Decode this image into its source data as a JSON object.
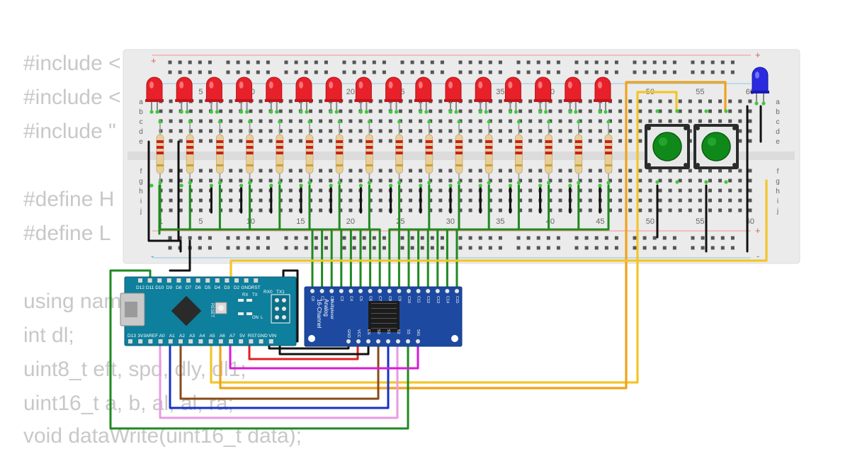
{
  "code": {
    "lines": [
      "#include <",
      "#include <",
      "#include \"",
      "",
      "#define H",
      "#define L",
      "",
      "",
      "using namespace std;",
      "int dl;",
      "uint8_t eft, spd, dly, dl1;",
      "uint16_t a, b, al, al, ra;",
      "void dataWrite(uint16_t data);"
    ]
  },
  "breadboard": {
    "plus": "+",
    "minus": "-",
    "row_letters_top": [
      "a",
      "b",
      "c",
      "d",
      "e"
    ],
    "row_letters_bottom": [
      "f",
      "g",
      "h",
      "i",
      "j"
    ],
    "col_numbers": [
      "1",
      "5",
      "10",
      "15",
      "20",
      "25",
      "30",
      "35",
      "40",
      "45",
      "50",
      "55",
      "60"
    ],
    "led_color": "#e8202a",
    "blue_led_color": "#2a2ae0",
    "button_color": "#0f8a1a"
  },
  "arduino": {
    "top_pins": [
      "D12",
      "D11",
      "D10",
      "D9",
      "D8",
      "D7",
      "D6",
      "D5",
      "D4",
      "D3",
      "D2",
      "GND",
      "RST"
    ],
    "top_right": [
      "RX0",
      "TX1"
    ],
    "bottom_pins": [
      "D13",
      "3V3",
      "AREF",
      "A0",
      "A1",
      "A2",
      "A3",
      "A4",
      "A5",
      "A6",
      "A7",
      "5V",
      "RST",
      "GND",
      "VIN"
    ],
    "reset": "RESET",
    "leds": [
      "TX",
      "RX",
      "ON",
      "L"
    ],
    "board_color": "#0e7f9c"
  },
  "mux": {
    "title": "16-Channel",
    "subtitle": "Analog",
    "subtitle2": "Multiplexer",
    "top_pins": [
      "C0",
      "C1",
      "C2",
      "C3",
      "C4",
      "C5",
      "C6",
      "C7",
      "C8",
      "C9",
      "C10",
      "C11",
      "C12",
      "C13",
      "C14",
      "C15"
    ],
    "bottom_pins": [
      "GND",
      "VCC",
      "EN",
      "S0",
      "S1",
      "S2",
      "S3",
      "SIG"
    ],
    "board_color": "#1d4aa0"
  }
}
